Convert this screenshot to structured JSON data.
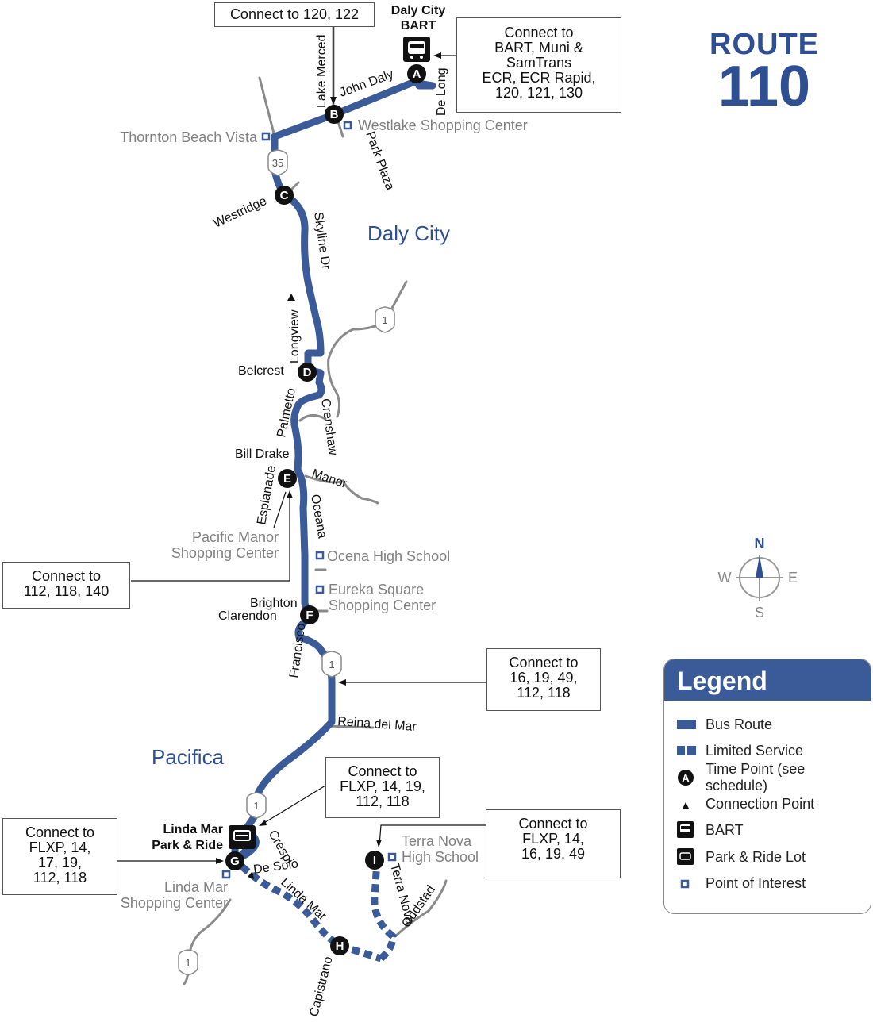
{
  "route": {
    "word": "ROUTE",
    "number": "110"
  },
  "city_labels": [
    "Daly City",
    "Pacifica"
  ],
  "time_points": [
    "A",
    "B",
    "C",
    "D",
    "E",
    "F",
    "G",
    "H",
    "I"
  ],
  "stations": {
    "bart": "Daly City\nBART",
    "park_ride": "Linda Mar\nPark & Ride"
  },
  "streets": [
    "John Daly",
    "Lake Merced",
    "De Long",
    "Park Plaza",
    "Westridge",
    "Skyline Dr",
    "Longview",
    "Belcrest",
    "Palmetto",
    "Crenshaw",
    "Bill Drake",
    "Esplanade",
    "Manor",
    "Oceana",
    "Brighton",
    "Clarendon",
    "Francisco",
    "Reina del Mar",
    "Crespi",
    "De Solo",
    "Linda Mar",
    "Capistrano",
    "Terra Nova",
    "Oddstad"
  ],
  "highway_shields": [
    "35",
    "1",
    "1",
    "1",
    "1"
  ],
  "points_of_interest": [
    "Thornton Beach Vista",
    "Westlake Shopping Center",
    "Pacific Manor\nShopping Center",
    "Ocena High School",
    "Eureka Square\nShopping Center",
    "Linda Mar\nShopping Center",
    "Terra Nova\nHigh School"
  ],
  "connections": [
    "Connect to 120, 122",
    "Connect to\nBART, Muni &\nSamTrans\nECR, ECR Rapid,\n120, 121, 130",
    "Connect to\n112, 118, 140",
    "Connect to\n16, 19, 49,\n112, 118",
    "Connect to\nFLXP, 14, 19,\n112, 118",
    "Connect to\nFLXP, 14,\n17, 19,\n112, 118",
    "Connect to\nFLXP, 14,\n16, 19, 49"
  ],
  "compass": {
    "n": "N",
    "e": "E",
    "s": "S",
    "w": "W"
  },
  "legend": {
    "title": "Legend",
    "items": [
      {
        "icon": "bus-route-line-icon",
        "label": "Bus Route"
      },
      {
        "icon": "limited-service-line-icon",
        "label": "Limited Service"
      },
      {
        "icon": "time-point-icon",
        "label": "Time Point (see schedule)"
      },
      {
        "icon": "connection-point-icon",
        "label": "Connection Point"
      },
      {
        "icon": "bart-icon",
        "label": "BART"
      },
      {
        "icon": "park-ride-icon",
        "label": "Park & Ride Lot"
      },
      {
        "icon": "poi-icon",
        "label": "Point of Interest"
      }
    ]
  },
  "colors": {
    "route": "#3a5a98",
    "road": "#8a8a8a",
    "city_label": "#2f4f93",
    "poi_text": "#808080"
  }
}
